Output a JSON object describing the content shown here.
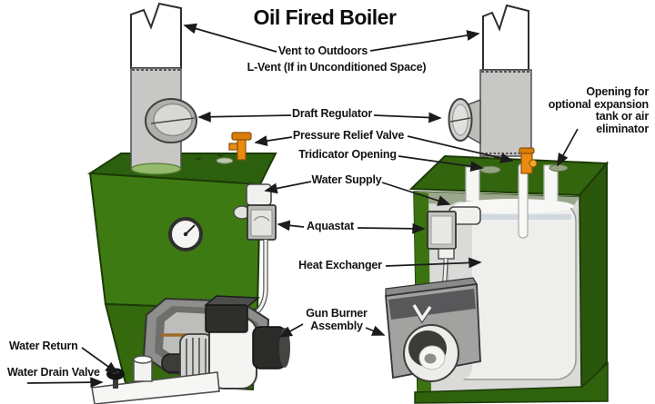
{
  "title": "Oil Fired Boiler",
  "labels": {
    "vent_to_outdoors": "Vent to Outdoors",
    "l_vent": "L-Vent (If in Unconditioned Space)",
    "draft_regulator": "Draft Regulator",
    "pressure_relief_valve": "Pressure Relief Valve",
    "tridicator_opening": "Tridicator Opening",
    "water_supply": "Water Supply",
    "aquastat": "Aquastat",
    "heat_exchanger": "Heat Exchanger",
    "gun_burner_assembly": "Gun Burner Assembly",
    "expansion_opening": "Opening for optional expansion tank or air eliminator",
    "water_return": "Water Return",
    "water_drain_valve": "Water Drain Valve"
  },
  "colors": {
    "boiler_green_front": "#3e7a12",
    "boiler_green_top": "#2d600e",
    "valve_orange": "#ea8a10",
    "pipe_gray": "#c7c7c5",
    "line_black": "#1b1b1b"
  }
}
